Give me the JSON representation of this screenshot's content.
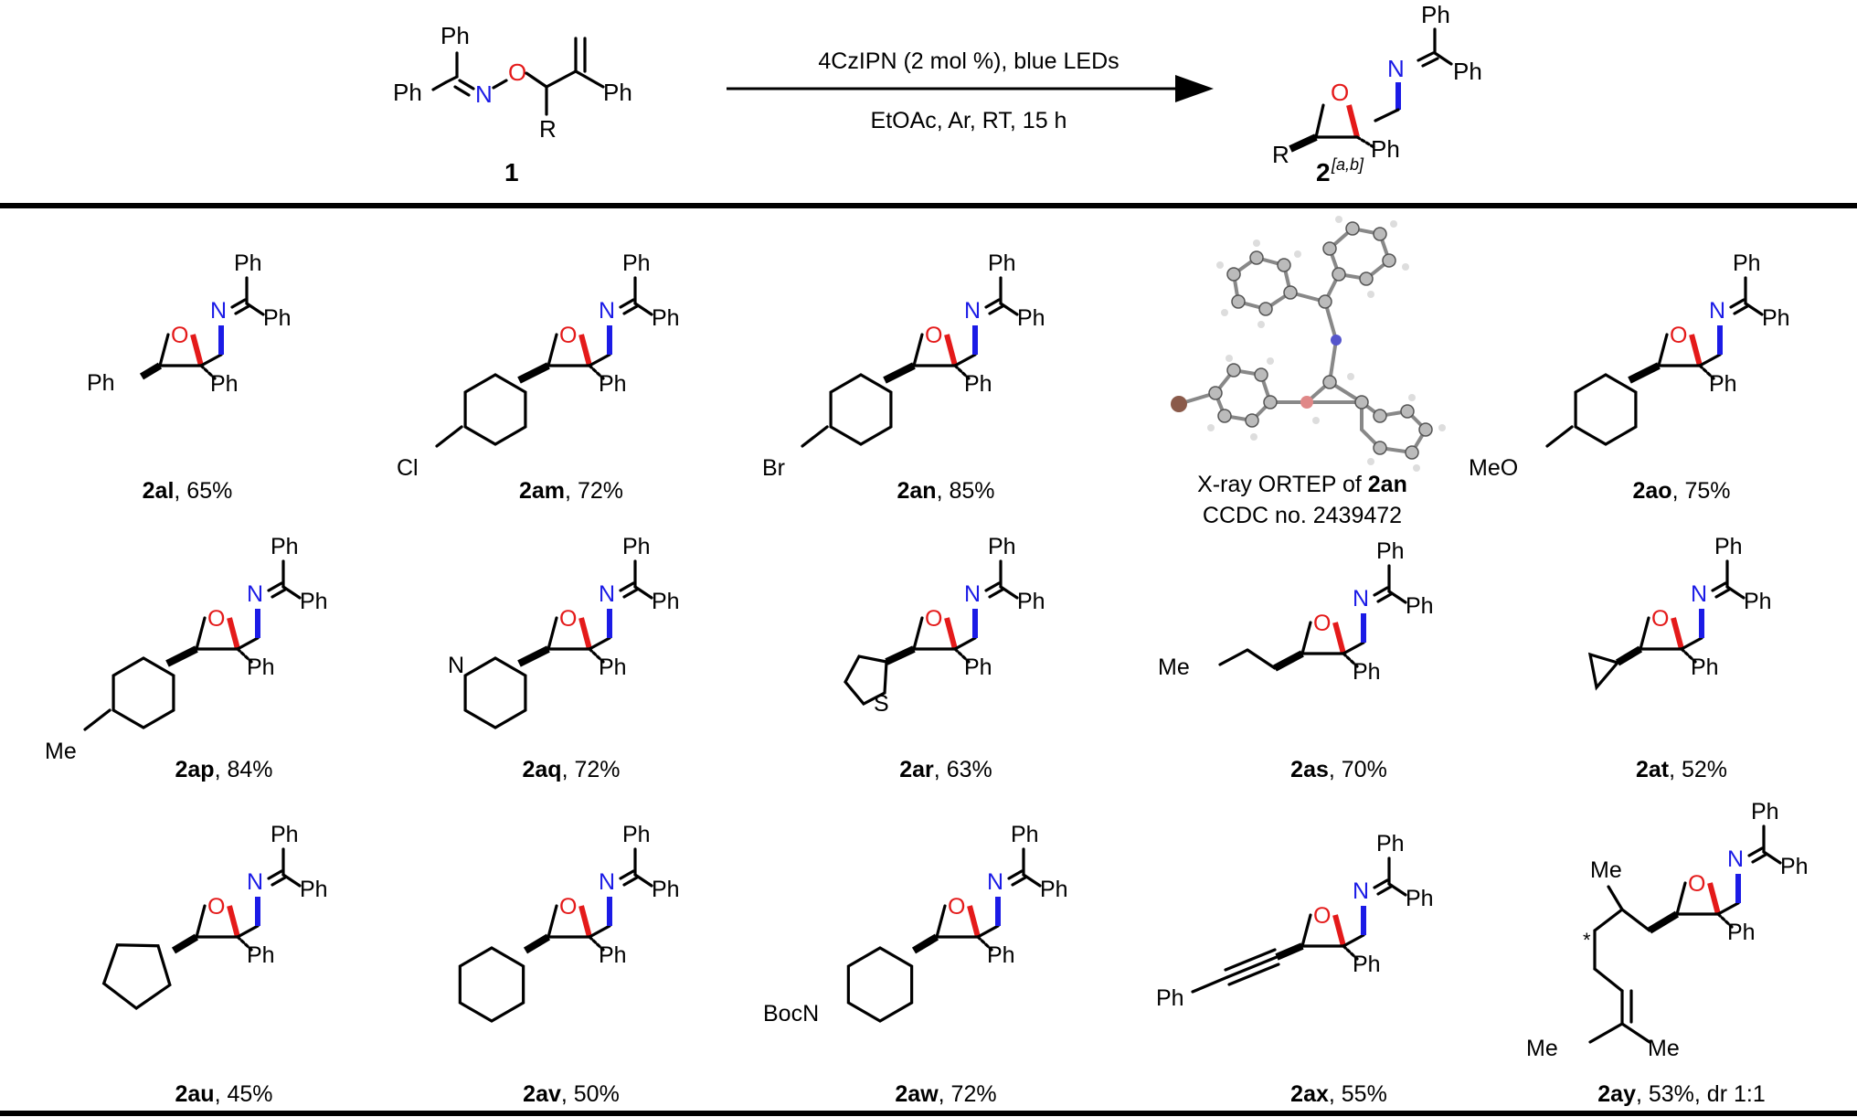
{
  "scheme": {
    "reagent_line1": "4CzIPN (2 mol %), blue LEDs",
    "reagent_line2": "EtOAc, Ar, RT, 15 h",
    "sm_label": "1",
    "product_label": "2",
    "product_superscript": "[a,b]",
    "atoms": {
      "Ph": "Ph",
      "N": "N",
      "O": "O",
      "R": "R"
    }
  },
  "compounds": [
    {
      "id": "2al",
      "yield": ", 65%",
      "substituent": "Ph"
    },
    {
      "id": "2am",
      "yield": ", 72%",
      "substituent": "Cl"
    },
    {
      "id": "2an",
      "yield": ", 85%",
      "substituent": "Br"
    },
    {
      "id": "2ao",
      "yield": ", 75%",
      "substituent": "MeO"
    },
    {
      "id": "2ap",
      "yield": ", 84%",
      "substituent": "Me"
    },
    {
      "id": "2aq",
      "yield": ", 72%",
      "substituent": "N"
    },
    {
      "id": "2ar",
      "yield": ", 63%",
      "substituent": "S"
    },
    {
      "id": "2as",
      "yield": ", 70%",
      "substituent": "Me"
    },
    {
      "id": "2at",
      "yield": ", 52%",
      "substituent": ""
    },
    {
      "id": "2au",
      "yield": ", 45%",
      "substituent": ""
    },
    {
      "id": "2av",
      "yield": ", 50%",
      "substituent": ""
    },
    {
      "id": "2aw",
      "yield": ", 72%",
      "substituent": "BocN"
    },
    {
      "id": "2ax",
      "yield": ", 55%",
      "substituent": "Ph"
    },
    {
      "id": "2ay",
      "yield": ", 53%, dr 1:1",
      "substituent": "Me"
    }
  ],
  "xray": {
    "line1_prefix": "X-ray ORTEP of ",
    "line1_bold": "2an",
    "line2": "CCDC no. 2439472"
  },
  "extra_labels": {
    "me": "Me",
    "star": "*"
  }
}
